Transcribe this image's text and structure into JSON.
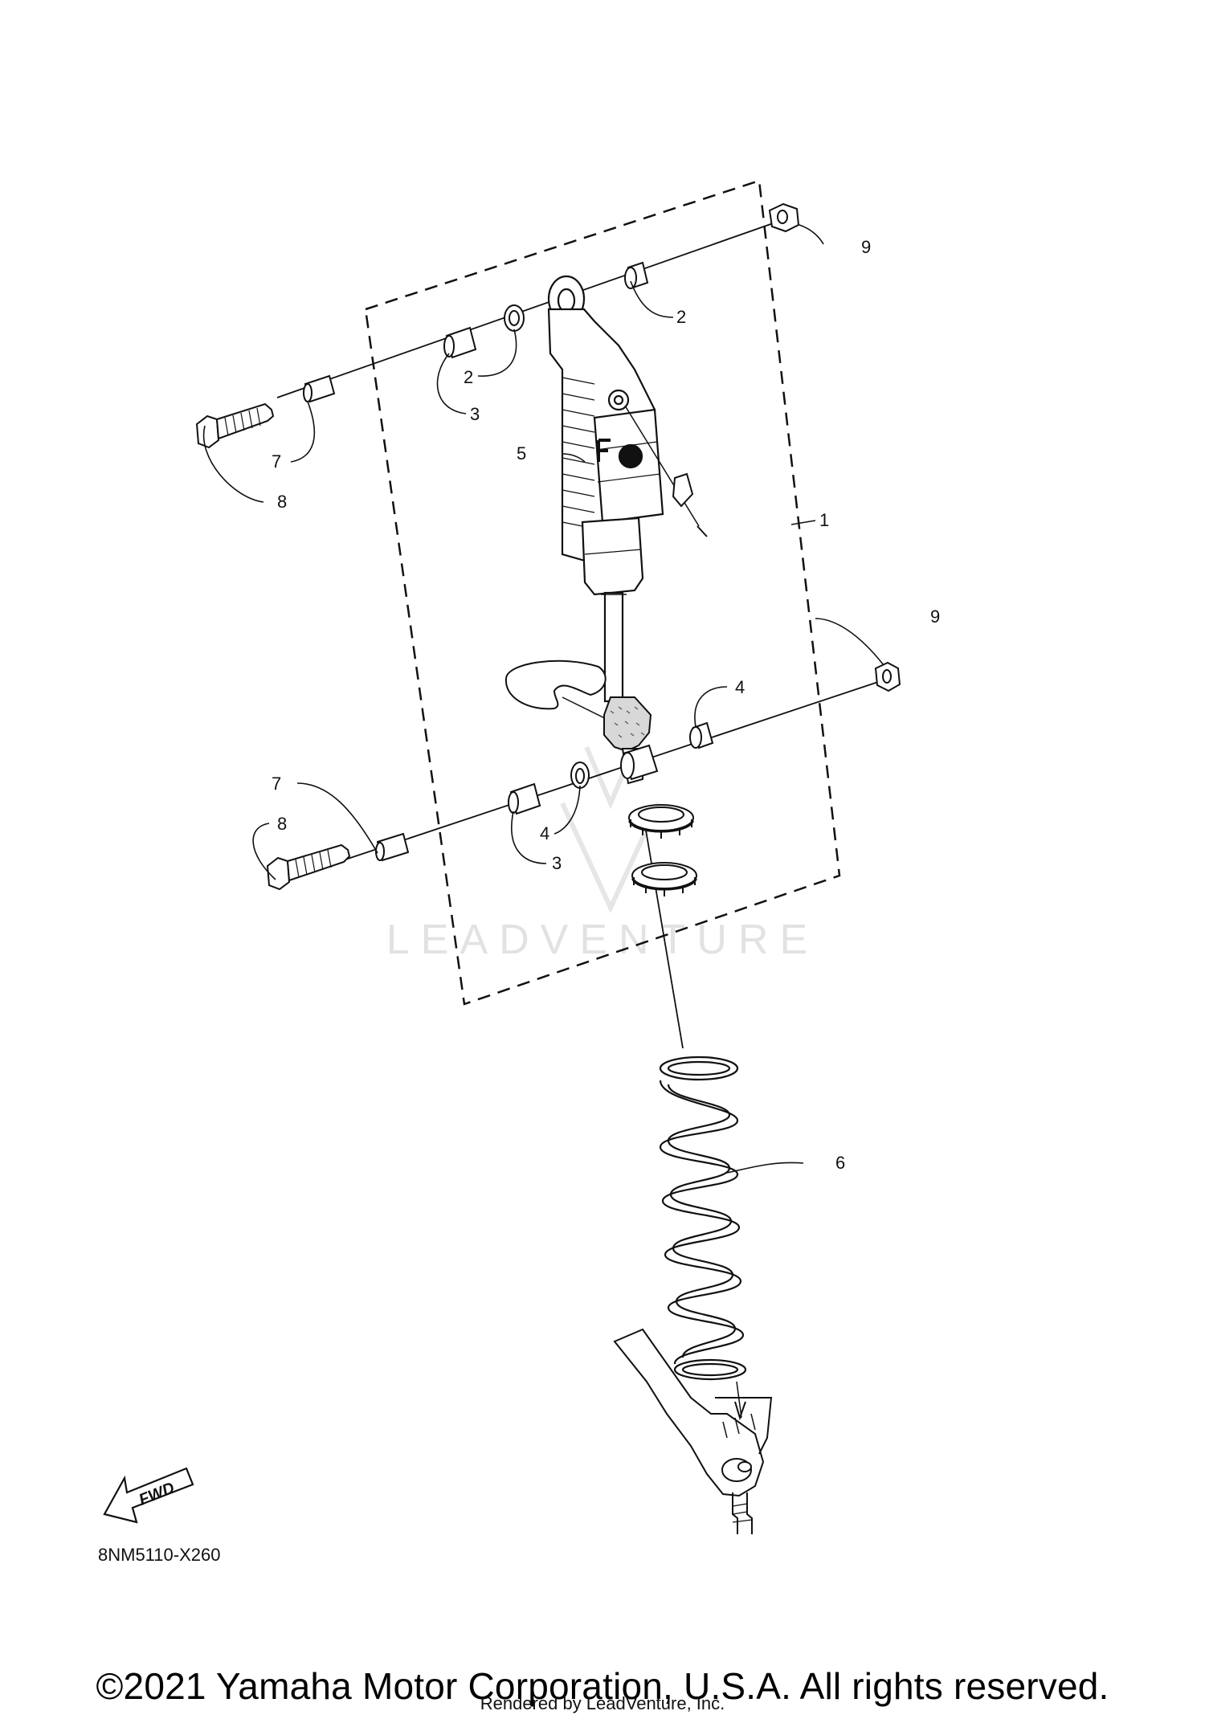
{
  "callouts": {
    "c1": "1",
    "c2a": "2",
    "c2b": "2",
    "c3a": "3",
    "c3b": "3",
    "c4a": "4",
    "c4b": "4",
    "c5": "5",
    "c6": "6",
    "c7a": "7",
    "c7b": "7",
    "c8a": "8",
    "c8b": "8",
    "c9a": "9",
    "c9b": "9"
  },
  "fwd_label": "FWD",
  "part_code": "8NM5110-X260",
  "watermark": "LEADVENTURE",
  "copyright": "©2021 Yamaha Motor Corporation, U.S.A. All rights reserved.",
  "rendered_by": "Rendered by LeadVenture, Inc.",
  "colors": {
    "line": "#111111",
    "watermark": "#e2e2e2",
    "background": "#ffffff"
  }
}
